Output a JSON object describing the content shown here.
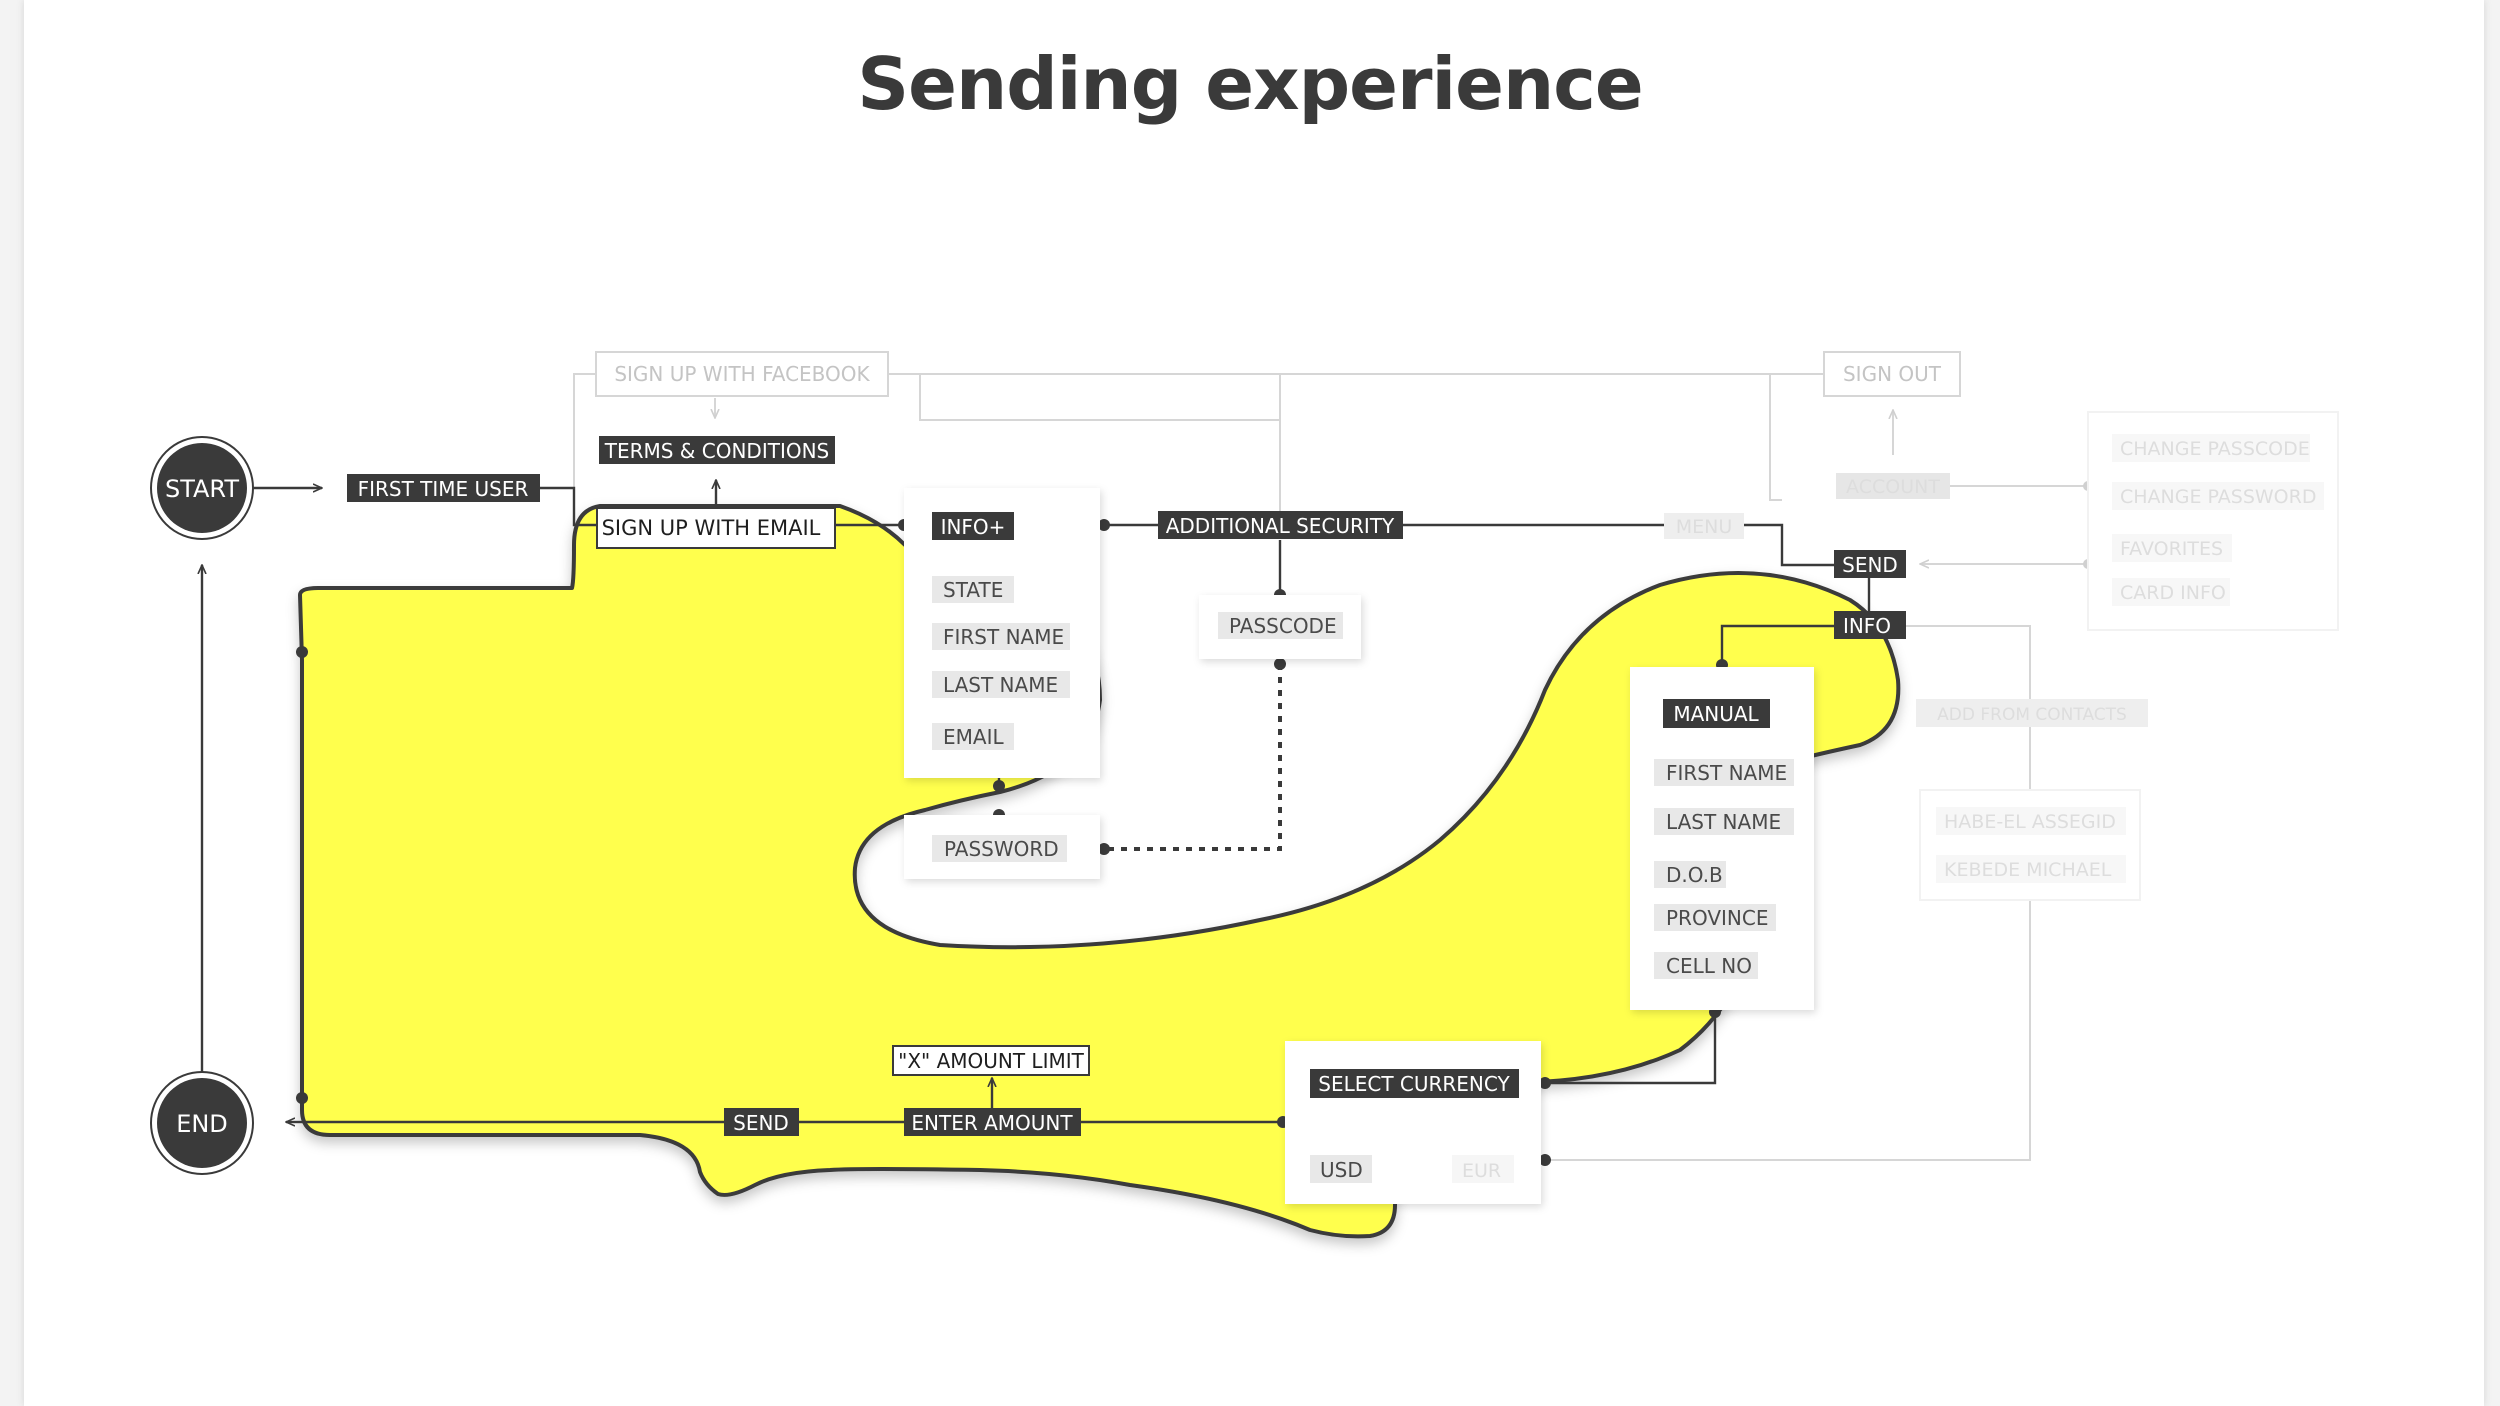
{
  "title": "Sending experience",
  "nodes": {
    "start": "START",
    "end": "END",
    "first_time_user": "FIRST TIME USER",
    "sign_up_facebook": "SIGN UP WITH FACEBOOK",
    "terms_conditions": "TERMS & CONDITIONS",
    "sign_up_email": "SIGN UP WITH EMAIL",
    "info_plus": "INFO+",
    "info_plus_fields": [
      "STATE",
      "FIRST NAME",
      "LAST NAME",
      "EMAIL"
    ],
    "password": "PASSWORD",
    "additional_security": "ADDITIONAL SECURITY",
    "passcode": "PASSCODE",
    "menu": "MENU",
    "account": "ACCOUNT",
    "sign_out": "SIGN OUT",
    "account_options": [
      "CHANGE PASSCODE",
      "CHANGE PASSWORD",
      "FAVORITES",
      "CARD INFO"
    ],
    "send_top": "SEND",
    "info": "INFO",
    "manual": "MANUAL",
    "manual_fields": [
      "FIRST NAME",
      "LAST NAME",
      "D.O.B",
      "PROVINCE",
      "CELL NO"
    ],
    "add_from_contacts": "ADD FROM CONTACTS",
    "contacts": [
      "HABE-EL ASSEGID",
      "KEBEDE MICHAEL"
    ],
    "select_currency": "SELECT CURRENCY",
    "currencies": [
      "USD",
      "EUR"
    ],
    "amount_limit": "\"X\" AMOUNT LIMIT",
    "enter_amount": "ENTER AMOUNT",
    "send_bottom": "SEND"
  },
  "colors": {
    "highlight": "#ffff4d",
    "dark": "#3a3a3a",
    "line": "#3a3a3a",
    "faint": "#d6d6d6",
    "title": "#3a3a3a"
  }
}
